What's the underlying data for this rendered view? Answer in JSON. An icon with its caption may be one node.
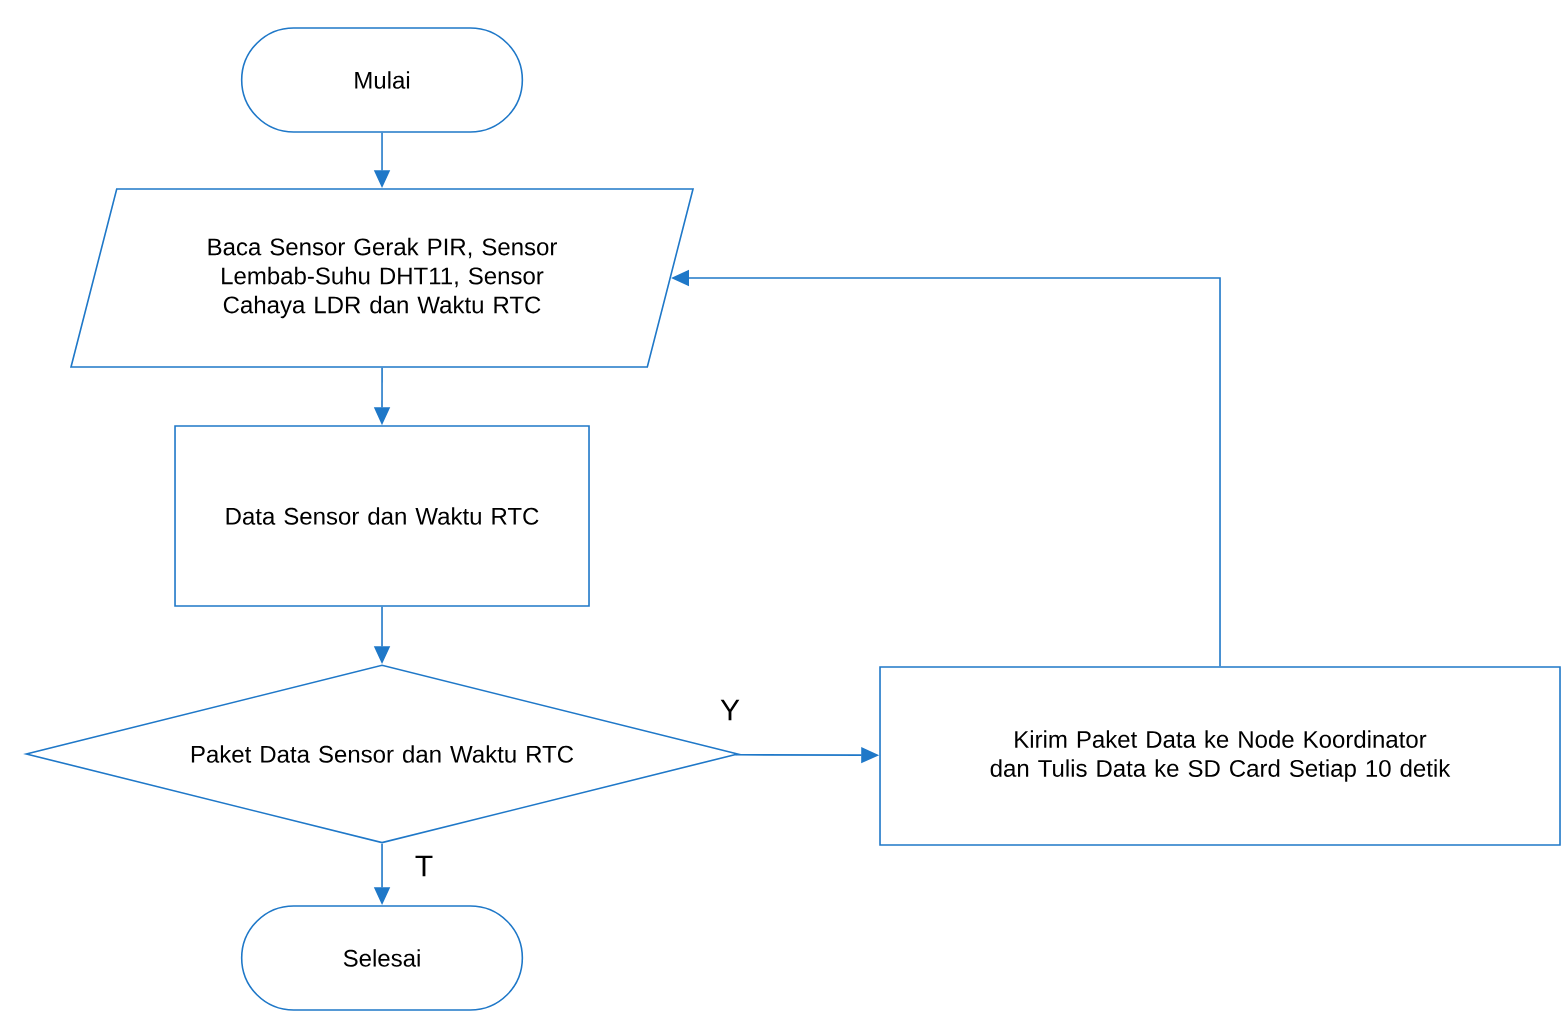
{
  "diagram": {
    "nodes": [
      {
        "text": [
          "Mulai"
        ]
      },
      {
        "text": [
          "Baca Sensor Gerak PIR, Sensor Lembab-Suhu DHT11, Sensor Cahaya LDR dan Waktu RTC"
        ]
      },
      {
        "text": [
          "Data Sensor dan Waktu RTC"
        ]
      },
      {
        "text": [
          "Paket Data Sensor dan Waktu RTC"
        ]
      },
      {
        "text": [
          "Kirim Paket Data ke Node Koordinator dan Tulis Data ke SD Card Setiap 10 detik"
        ]
      },
      {
        "text": [
          "Selesai"
        ]
      }
    ],
    "edges": [
      {
        "from": 0,
        "to": 1,
        "arrow": "to"
      },
      {
        "from": 1,
        "to": 2,
        "arrow": "to"
      },
      {
        "from": 2,
        "to": 3,
        "arrow": "to"
      },
      {
        "from": 3,
        "to": 4,
        "arrow": "to",
        "label": "Y"
      },
      {
        "from": 3,
        "to": 5,
        "arrow": "to",
        "label": "T"
      },
      {
        "from": 4,
        "to": 1,
        "arrow": "to"
      }
    ]
  }
}
